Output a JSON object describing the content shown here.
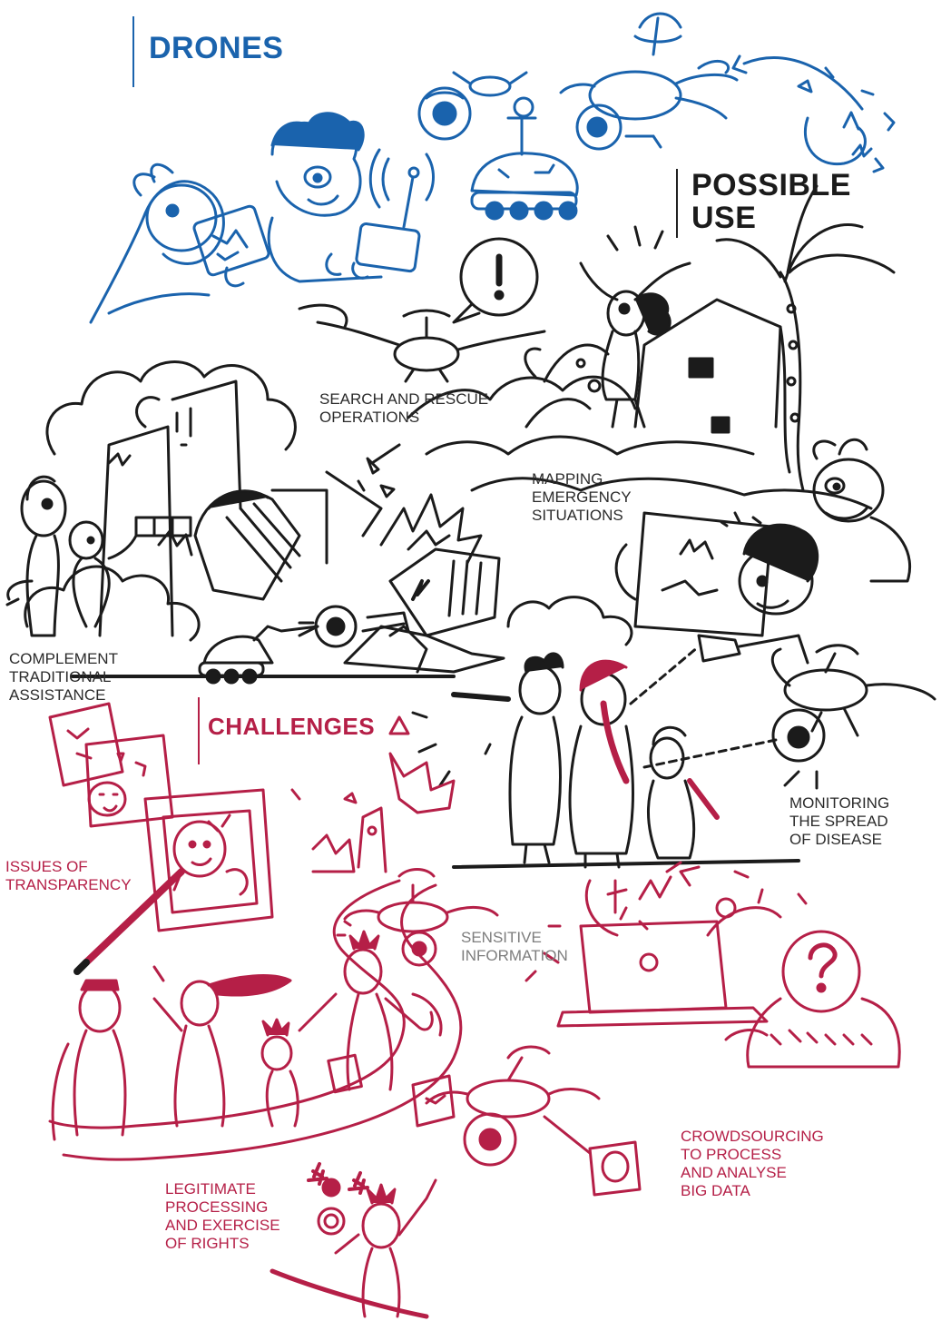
{
  "headings": {
    "drones": "DRONES",
    "possible_use": [
      "POSSIBLE",
      "USE"
    ],
    "challenges": "CHALLENGES"
  },
  "uses": {
    "search_rescue": [
      "SEARCH AND RESCUE",
      "OPERATIONS"
    ],
    "mapping": [
      "MAPPING",
      "EMERGENCY",
      "SITUATIONS"
    ],
    "complement": [
      "COMPLEMENT",
      "TRADITIONAL",
      "ASSISTANCE"
    ],
    "monitoring": [
      "MONITORING",
      "THE SPREAD",
      "OF DISEASE"
    ]
  },
  "challenges": {
    "transparency": [
      "ISSUES OF",
      "TRANSPARENCY"
    ],
    "sensitive": [
      "SENSITIVE",
      "INFORMATION"
    ],
    "legitimate": [
      "LEGITIMATE",
      "PROCESSING",
      "AND EXERCISE",
      "OF RIGHTS"
    ],
    "crowdsourcing": [
      "CROWDSOURCING",
      "TO PROCESS",
      "AND ANALYSE",
      "BIG DATA"
    ]
  },
  "colors": {
    "drones_blue": "#1a63ad",
    "challenges_red": "#b51f47",
    "ink": "#1b1b1b",
    "grey_text": "#7d7d7d"
  }
}
